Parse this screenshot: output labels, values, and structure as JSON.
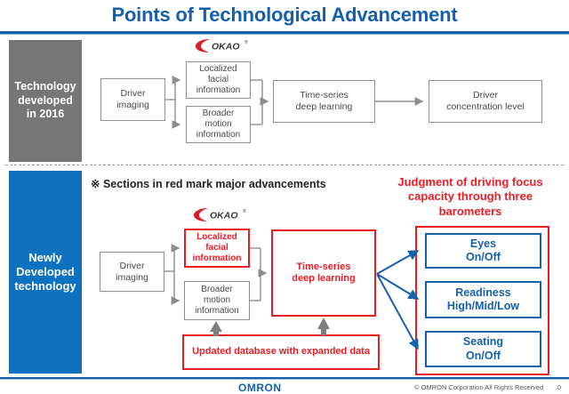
{
  "slide": {
    "title": "Points of Technological Advancement",
    "accent_blue": "#1560ad",
    "accent_red": "#ec1c24",
    "gray": "#767676",
    "band_blue": "#0f72c0"
  },
  "section_2016": {
    "label": "Technology\ndeveloped\nin 2016",
    "label_line1": "Technology",
    "label_line2": "developed",
    "label_line3": "in 2016",
    "logo": "okao-logo",
    "boxes": {
      "driver_imaging": "Driver\nimaging",
      "driver_imaging_l1": "Driver",
      "driver_imaging_l2": "imaging",
      "localized_facial": "Localized\nfacial\ninformation",
      "localized_facial_l1": "Localized",
      "localized_facial_l2": "facial",
      "localized_facial_l3": "information",
      "broader_motion": "Broader\nmotion\ninformation",
      "broader_motion_l1": "Broader",
      "broader_motion_l2": "motion",
      "broader_motion_l3": "information",
      "time_series": "Time-series\ndeep learning",
      "time_series_l1": "Time-series",
      "time_series_l2": "deep learning",
      "driver_concentration": "Driver\nconcentration level",
      "driver_concentration_l1": "Driver",
      "driver_concentration_l2": "concentration level"
    }
  },
  "section_new": {
    "label_line1": "Newly",
    "label_line2": "Developed",
    "label_line3": "technology",
    "note": "※ Sections in red mark major advancements",
    "headline_l1": "Judgment of driving focus",
    "headline_l2": "capacity through three",
    "headline_l3": "barometers",
    "logo": "okao-logo",
    "boxes": {
      "driver_imaging_l1": "Driver",
      "driver_imaging_l2": "imaging",
      "localized_facial_l1": "Localized",
      "localized_facial_l2": "facial",
      "localized_facial_l3": "information",
      "broader_motion_l1": "Broader",
      "broader_motion_l2": "motion",
      "broader_motion_l3": "information",
      "time_series_l1": "Time-series",
      "time_series_l2": "deep learning",
      "updated_database": "Updated database with expanded data"
    },
    "barometers": [
      {
        "name_line1": "Eyes",
        "name_line2": "On/Off"
      },
      {
        "name_line1": "Readiness",
        "name_line2": "High/Mid/Low"
      },
      {
        "name_line1": "Seating",
        "name_line2": "On/Off"
      }
    ]
  },
  "footer": {
    "brand": "OMRON",
    "copyright": "© OMRON Corporation All Rights Reserved",
    "page_number": "0"
  }
}
